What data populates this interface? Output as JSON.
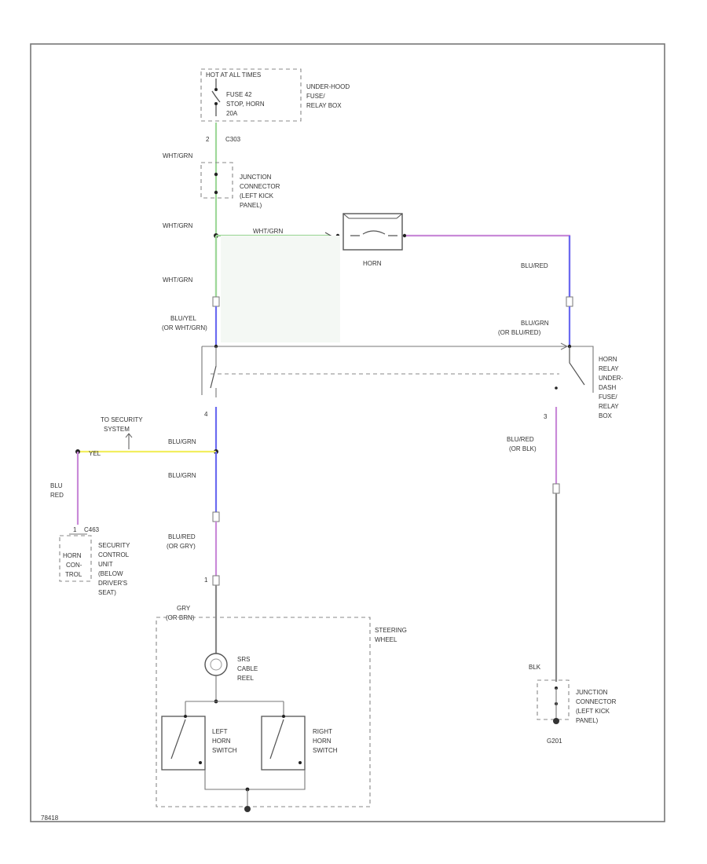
{
  "fuse_box": {
    "header": "HOT AT ALL TIMES",
    "fuse_lines": [
      "FUSE 42",
      "STOP, HORN",
      "20A"
    ],
    "box_lines": [
      "UNDER-HOOD",
      "FUSE/",
      "RELAY BOX"
    ],
    "pin": "2",
    "connector": "C303"
  },
  "junction_top": {
    "lines": [
      "JUNCTION",
      "CONNECTOR",
      "(LEFT KICK",
      "PANEL)"
    ]
  },
  "horn": {
    "label": "HORN"
  },
  "relay": {
    "lines": [
      "HORN",
      "RELAY",
      "UNDER-",
      "DASH",
      "FUSE/",
      "RELAY",
      "BOX"
    ],
    "pin": "3"
  },
  "security_system": {
    "lines": [
      "TO SECURITY",
      "SYSTEM"
    ]
  },
  "security_unit": {
    "connector": "C463",
    "horn_lines": [
      "HORN",
      "CON-",
      "TROL"
    ],
    "lines": [
      "SECURITY",
      "CONTROL",
      "UNIT",
      "(BELOW",
      "DRIVER'S",
      "SEAT)"
    ]
  },
  "steering": {
    "lines": [
      "STEERING",
      "WHEEL"
    ],
    "cable_reel": [
      "SRS",
      "CABLE",
      "REEL"
    ],
    "left_switch": [
      "LEFT",
      "HORN",
      "SWITCH"
    ],
    "right_switch": [
      "RIGHT",
      "HORN",
      "SWITCH"
    ]
  },
  "junction_bottom": {
    "lines": [
      "JUNCTION",
      "CONNECTOR",
      "(LEFT KICK",
      "PANEL)"
    ],
    "ground": "G201"
  },
  "wires": {
    "wht_grn_1": "WHT/GRN",
    "wht_grn_2": "WHT/GRN",
    "wht_grn_3": "WHT/GRN",
    "wht_grn_horn": "WHT/GRN",
    "blu_yel": [
      "BLU/YEL",
      "(OR WHT/GRN)"
    ],
    "blu_red_top": "BLU/RED",
    "blu_grn_right": [
      "BLU/GRN",
      "(OR BLU/RED)"
    ],
    "blu_red_right": [
      "BLU/RED",
      "(OR BLK)"
    ],
    "blu_grn_1": "BLU/GRN",
    "blu_grn_2": "BLU/GRN",
    "yel": "YEL",
    "blu_red_left": [
      "BLU",
      "RED"
    ],
    "blu_red_gry": [
      "BLU/RED",
      "(OR GRY)"
    ],
    "gry_bra": [
      "GRY",
      "(OR BRN)"
    ],
    "blk": "BLK"
  },
  "pins": {
    "relay_left": "4",
    "relay_bottom": "1"
  },
  "footer": {
    "code": "78418"
  },
  "colors": {
    "wht_grn": "#9fd89a",
    "blue": "#6b6bf0",
    "purple": "#c98ad8",
    "yellow": "#f2ee60",
    "gray": "#888888"
  }
}
